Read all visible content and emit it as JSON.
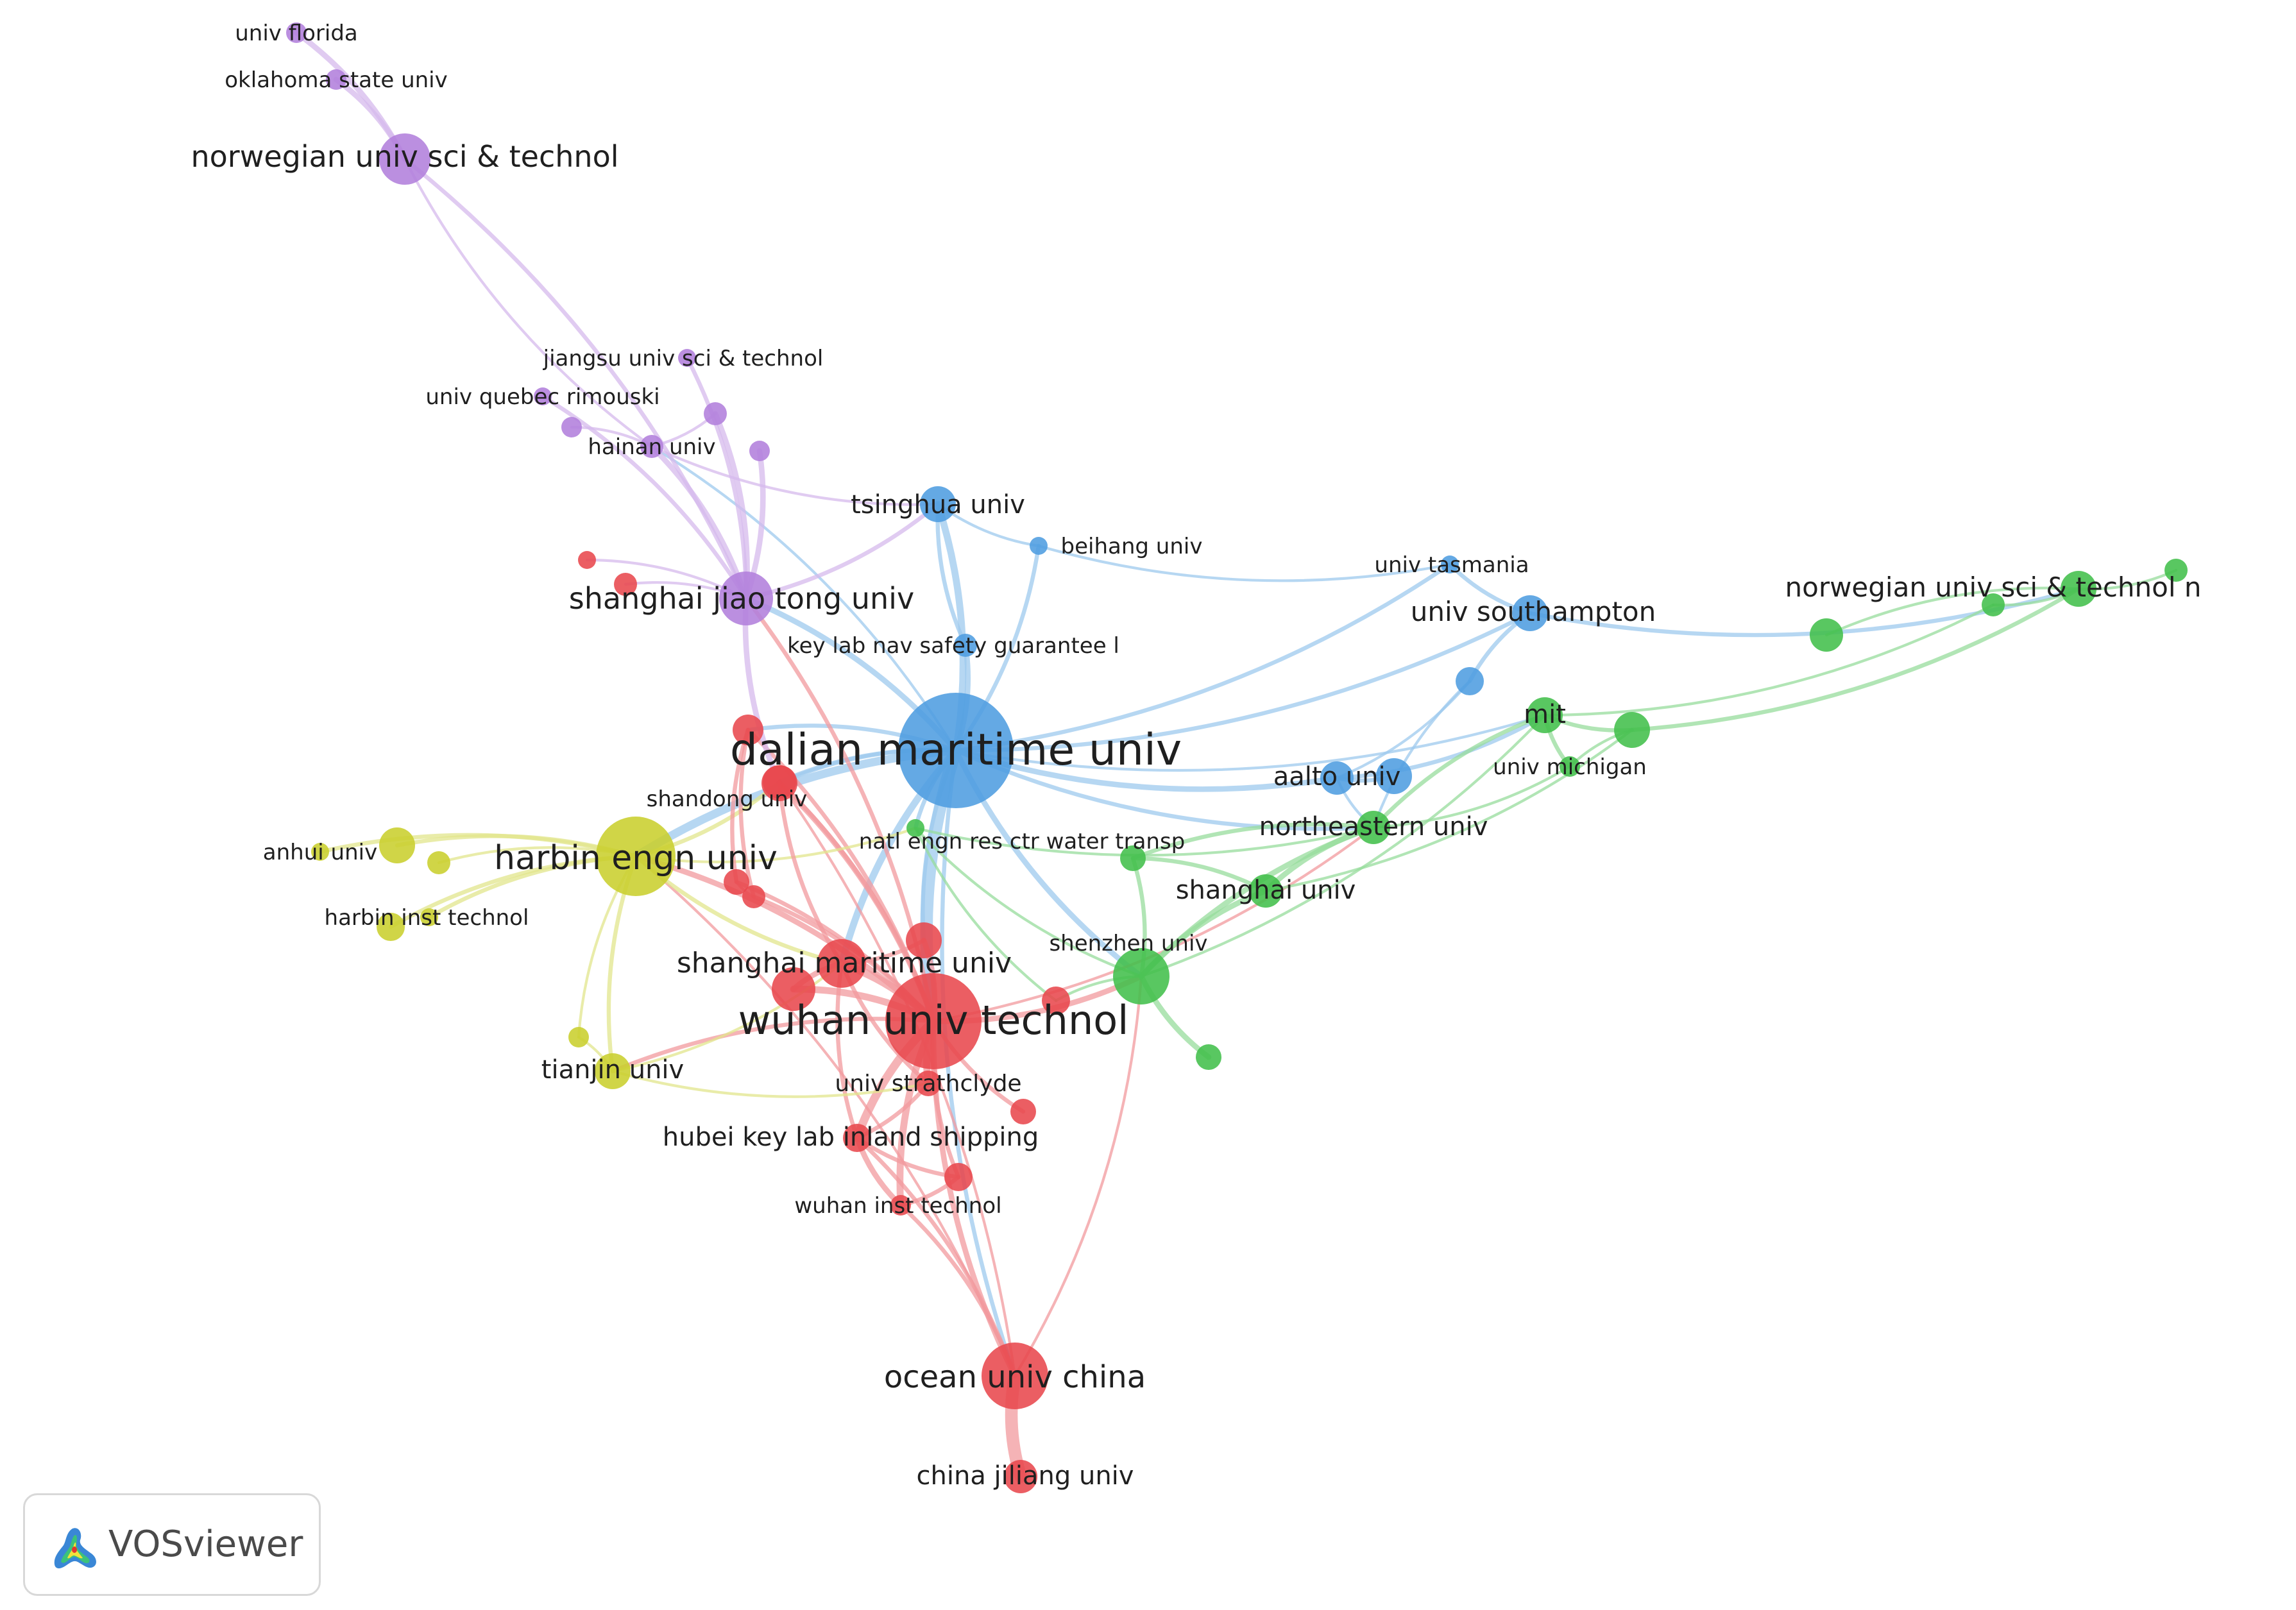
{
  "logo": {
    "text": "VOSviewer"
  },
  "cluster_colors": {
    "red": "#e8484d",
    "blue": "#4e9de0",
    "green": "#42bf4b",
    "yellow": "#c9cf2e",
    "purple": "#b27fdc"
  },
  "nodes": [
    {
      "id": "dmu",
      "label": "dalian maritime univ",
      "cluster": "blue",
      "size": 90,
      "font": 68
    },
    {
      "id": "wut",
      "label": "wuhan univ technol",
      "cluster": "red",
      "size": 75,
      "font": 62
    },
    {
      "id": "heu",
      "label": "harbin engn univ",
      "cluster": "yellow",
      "size": 62,
      "font": 52
    },
    {
      "id": "ouc",
      "label": "ocean univ china",
      "cluster": "red",
      "size": 52,
      "font": 48
    },
    {
      "id": "sjtu",
      "label": "shanghai jiao tong univ",
      "cluster": "purple",
      "size": 42,
      "font": 46
    },
    {
      "id": "nust",
      "label": "norwegian univ sci & technol",
      "cluster": "purple",
      "size": 40,
      "font": 46
    },
    {
      "id": "smu",
      "label": "shanghai maritime univ",
      "cluster": "red",
      "size": 38,
      "font": 44
    },
    {
      "id": "shz",
      "label": "shenzhen univ",
      "cluster": "green",
      "size": 44,
      "font": 34
    },
    {
      "id": "tsu",
      "label": "tsinghua univ",
      "cluster": "blue",
      "size": 28,
      "font": 40
    },
    {
      "id": "soton",
      "label": "univ southampton",
      "cluster": "blue",
      "size": 28,
      "font": 42
    },
    {
      "id": "aalto",
      "label": "aalto univ",
      "cluster": "blue",
      "size": 26,
      "font": 40
    },
    {
      "id": "nustn",
      "label": "norwegian univ sci & technol n",
      "cluster": "green",
      "size": 28,
      "font": 42
    },
    {
      "id": "tju",
      "label": "tianjin univ",
      "cluster": "yellow",
      "size": 28,
      "font": 40
    },
    {
      "id": "mit",
      "label": "mit",
      "cluster": "green",
      "size": 28,
      "font": 40
    },
    {
      "id": "neu",
      "label": "northeastern univ",
      "cluster": "green",
      "size": 26,
      "font": 40
    },
    {
      "id": "shu",
      "label": "shanghai univ",
      "cluster": "green",
      "size": 26,
      "font": 40
    },
    {
      "id": "cjlu",
      "label": "china jiliang univ",
      "cluster": "red",
      "size": 26,
      "font": 40
    },
    {
      "id": "hkl",
      "label": "hubei key lab inland shipping",
      "cluster": "red",
      "size": 22,
      "font": 40
    },
    {
      "id": "ustr",
      "label": "univ strathclyde",
      "cluster": "red",
      "size": 20,
      "font": 36
    },
    {
      "id": "sdu",
      "label": "shandong univ",
      "cluster": "red",
      "size": 26,
      "font": 34
    },
    {
      "id": "ner",
      "label": "natl engn res ctr water transp",
      "cluster": "green",
      "size": 14,
      "font": 34
    },
    {
      "id": "keylab",
      "label": "key lab nav safety guarantee l",
      "cluster": "blue",
      "size": 18,
      "font": 34
    },
    {
      "id": "beih",
      "label": "beihang univ",
      "cluster": "blue",
      "size": 14,
      "font": 34
    },
    {
      "id": "utas",
      "label": "univ tasmania",
      "cluster": "blue",
      "size": 14,
      "font": 34
    },
    {
      "id": "hnu",
      "label": "hainan univ",
      "cluster": "purple",
      "size": 18,
      "font": 34
    },
    {
      "id": "just",
      "label": "jiangsu univ sci & technol",
      "cluster": "purple",
      "size": 14,
      "font": 34
    },
    {
      "id": "uqar",
      "label": "univ quebec rimouski",
      "cluster": "purple",
      "size": 14,
      "font": 34
    },
    {
      "id": "okst",
      "label": "oklahoma state univ",
      "cluster": "purple",
      "size": 16,
      "font": 34
    },
    {
      "id": "ufl",
      "label": "univ florida",
      "cluster": "purple",
      "size": 16,
      "font": 34
    },
    {
      "id": "ahu",
      "label": "anhui univ",
      "cluster": "yellow",
      "size": 14,
      "font": 34
    },
    {
      "id": "hit",
      "label": "harbin inst technol",
      "cluster": "yellow",
      "size": 14,
      "font": 34
    },
    {
      "id": "umich",
      "label": "univ michigan",
      "cluster": "green",
      "size": 16,
      "font": 34
    },
    {
      "id": "wit",
      "label": "wuhan inst technol",
      "cluster": "red",
      "size": 16,
      "font": 34
    },
    {
      "id": "r1",
      "label": "",
      "cluster": "red",
      "size": 14
    },
    {
      "id": "r2",
      "label": "",
      "cluster": "red",
      "size": 18
    },
    {
      "id": "r3",
      "label": "",
      "cluster": "red",
      "size": 24
    },
    {
      "id": "r4",
      "label": "",
      "cluster": "red",
      "size": 28
    },
    {
      "id": "r5",
      "label": "",
      "cluster": "red",
      "size": 22
    },
    {
      "id": "r6",
      "label": "",
      "cluster": "red",
      "size": 20
    },
    {
      "id": "r7",
      "label": "",
      "cluster": "red",
      "size": 28
    },
    {
      "id": "r8",
      "label": "",
      "cluster": "red",
      "size": 34
    },
    {
      "id": "r9",
      "label": "",
      "cluster": "red",
      "size": 18
    },
    {
      "id": "r10",
      "label": "",
      "cluster": "red",
      "size": 20
    },
    {
      "id": "r11",
      "label": "",
      "cluster": "red",
      "size": 22
    },
    {
      "id": "b1",
      "label": "",
      "cluster": "blue",
      "size": 28
    },
    {
      "id": "b2",
      "label": "",
      "cluster": "blue",
      "size": 22
    },
    {
      "id": "g1",
      "label": "",
      "cluster": "green",
      "size": 28
    },
    {
      "id": "g2",
      "label": "",
      "cluster": "green",
      "size": 18
    },
    {
      "id": "g3",
      "label": "",
      "cluster": "green",
      "size": 18
    },
    {
      "id": "g4",
      "label": "",
      "cluster": "green",
      "size": 26
    },
    {
      "id": "g5",
      "label": "",
      "cluster": "green",
      "size": 20
    },
    {
      "id": "g6",
      "label": "",
      "cluster": "green",
      "size": 20
    },
    {
      "id": "y1",
      "label": "",
      "cluster": "yellow",
      "size": 28
    },
    {
      "id": "y2",
      "label": "",
      "cluster": "yellow",
      "size": 18
    },
    {
      "id": "y3",
      "label": "",
      "cluster": "yellow",
      "size": 22
    },
    {
      "id": "y4",
      "label": "",
      "cluster": "yellow",
      "size": 16
    },
    {
      "id": "p1",
      "label": "",
      "cluster": "purple",
      "size": 18
    },
    {
      "id": "p2",
      "label": "",
      "cluster": "purple",
      "size": 16
    },
    {
      "id": "p3",
      "label": "",
      "cluster": "purple",
      "size": 16
    }
  ],
  "links": [
    [
      "dmu",
      "wut",
      8
    ],
    [
      "dmu",
      "heu",
      5
    ],
    [
      "dmu",
      "tsu",
      4
    ],
    [
      "dmu",
      "keylab",
      3
    ],
    [
      "dmu",
      "beih",
      2
    ],
    [
      "dmu",
      "utas",
      2
    ],
    [
      "dmu",
      "aalto",
      3
    ],
    [
      "dmu",
      "soton",
      2
    ],
    [
      "dmu",
      "smu",
      4
    ],
    [
      "dmu",
      "sjtu",
      3
    ],
    [
      "dmu",
      "neu",
      2
    ],
    [
      "dmu",
      "shz",
      3
    ],
    [
      "dmu",
      "ouc",
      2
    ],
    [
      "dmu",
      "ner",
      2
    ],
    [
      "dmu",
      "sdu",
      2
    ],
    [
      "dmu",
      "r4",
      2
    ],
    [
      "dmu",
      "r7",
      2
    ],
    [
      "dmu",
      "r3",
      2
    ],
    [
      "dmu",
      "mit",
      1
    ],
    [
      "dmu",
      "hnu",
      1
    ],
    [
      "wut",
      "smu",
      5
    ],
    [
      "wut",
      "ouc",
      3
    ],
    [
      "wut",
      "hkl",
      5
    ],
    [
      "wut",
      "ustr",
      4
    ],
    [
      "wut",
      "wit",
      4
    ],
    [
      "wut",
      "heu",
      3
    ],
    [
      "wut",
      "shz",
      3
    ],
    [
      "wut",
      "r8",
      4
    ],
    [
      "wut",
      "r7",
      3
    ],
    [
      "wut",
      "r6",
      2
    ],
    [
      "wut",
      "r9",
      2
    ],
    [
      "wut",
      "r10",
      2
    ],
    [
      "wut",
      "r11",
      2
    ],
    [
      "wut",
      "sdu",
      2
    ],
    [
      "wut",
      "tju",
      2
    ],
    [
      "wut",
      "r4",
      3
    ],
    [
      "wut",
      "r3",
      2
    ],
    [
      "wut",
      "sjtu",
      2
    ],
    [
      "wut",
      "neu",
      1
    ],
    [
      "ouc",
      "cjlu",
      8
    ],
    [
      "ouc",
      "hkl",
      2
    ],
    [
      "ouc",
      "wit",
      2
    ],
    [
      "ouc",
      "sdu",
      1
    ],
    [
      "ouc",
      "shz",
      1
    ],
    [
      "ouc",
      "heu",
      1
    ],
    [
      "heu",
      "ahu",
      2
    ],
    [
      "heu",
      "hit",
      2
    ],
    [
      "heu",
      "tju",
      2
    ],
    [
      "heu",
      "y1",
      2
    ],
    [
      "heu",
      "y2",
      1
    ],
    [
      "heu",
      "y3",
      2
    ],
    [
      "heu",
      "y4",
      1
    ],
    [
      "heu",
      "sdu",
      2
    ],
    [
      "heu",
      "smu",
      2
    ],
    [
      "heu",
      "ner",
      1
    ],
    [
      "sjtu",
      "nust",
      2
    ],
    [
      "sjtu",
      "hnu",
      3
    ],
    [
      "sjtu",
      "just",
      2
    ],
    [
      "sjtu",
      "uqar",
      2
    ],
    [
      "sjtu",
      "p1",
      3
    ],
    [
      "sjtu",
      "p2",
      3
    ],
    [
      "sjtu",
      "tsu",
      2
    ],
    [
      "sjtu",
      "r1",
      1
    ],
    [
      "sjtu",
      "r2",
      1
    ],
    [
      "sjtu",
      "r4",
      3
    ],
    [
      "nust",
      "okst",
      3
    ],
    [
      "nust",
      "ufl",
      3
    ],
    [
      "nust",
      "hnu",
      1
    ],
    [
      "hnu",
      "p1",
      1
    ],
    [
      "hnu",
      "p3",
      1
    ],
    [
      "hnu",
      "tsu",
      1
    ],
    [
      "tsu",
      "keylab",
      2
    ],
    [
      "tsu",
      "beih",
      1
    ],
    [
      "beih",
      "utas",
      1
    ],
    [
      "utas",
      "soton",
      2
    ],
    [
      "soton",
      "b2",
      2
    ],
    [
      "soton",
      "nustn",
      2
    ],
    [
      "aalto",
      "b1",
      2
    ],
    [
      "aalto",
      "b2",
      1
    ],
    [
      "aalto",
      "mit",
      2
    ],
    [
      "aalto",
      "neu",
      1
    ],
    [
      "b2",
      "neu",
      1
    ],
    [
      "mit",
      "umich",
      2
    ],
    [
      "mit",
      "g1",
      2
    ],
    [
      "mit",
      "neu",
      2
    ],
    [
      "mit",
      "g2",
      1
    ],
    [
      "g1",
      "nustn",
      2
    ],
    [
      "g1",
      "umich",
      1
    ],
    [
      "g2",
      "nustn",
      1
    ],
    [
      "nustn",
      "g3",
      1
    ],
    [
      "nustn",
      "g4",
      1
    ],
    [
      "neu",
      "shu",
      3
    ],
    [
      "neu",
      "shz",
      3
    ],
    [
      "neu",
      "g5",
      2
    ],
    [
      "neu",
      "umich",
      1
    ],
    [
      "shu",
      "shz",
      3
    ],
    [
      "shu",
      "g5",
      2
    ],
    [
      "shz",
      "g5",
      2
    ],
    [
      "shz",
      "g6",
      3
    ],
    [
      "shz",
      "r5",
      1
    ],
    [
      "shu",
      "g1",
      1
    ],
    [
      "shz",
      "mit",
      1
    ],
    [
      "smu",
      "r8",
      3
    ],
    [
      "smu",
      "hkl",
      2
    ],
    [
      "smu",
      "r7",
      2
    ],
    [
      "smu",
      "ustr",
      2
    ],
    [
      "hkl",
      "ustr",
      2
    ],
    [
      "hkl",
      "wit",
      3
    ],
    [
      "hkl",
      "r11",
      2
    ],
    [
      "wit",
      "r11",
      2
    ],
    [
      "r3",
      "r6",
      2
    ],
    [
      "r3",
      "r9",
      2
    ],
    [
      "r6",
      "r9",
      1
    ],
    [
      "r4",
      "smu",
      2
    ],
    [
      "ner",
      "shz",
      1
    ],
    [
      "ner",
      "neu",
      1
    ],
    [
      "ner",
      "r5",
      1
    ],
    [
      "tju",
      "y4",
      1
    ],
    [
      "tju",
      "smu",
      1
    ],
    [
      "tju",
      "ustr",
      1
    ]
  ]
}
